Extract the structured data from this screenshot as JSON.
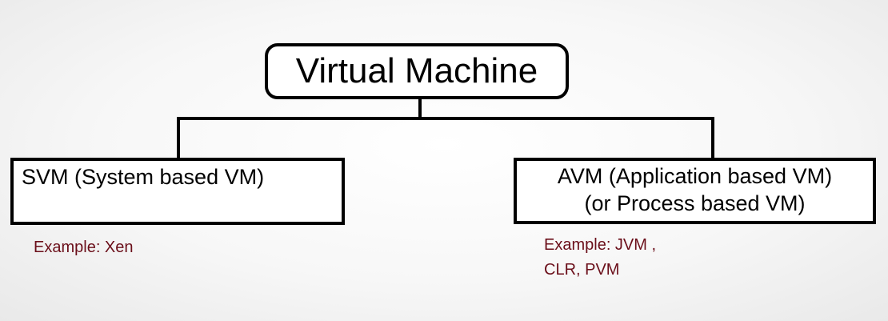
{
  "root": {
    "label": "Virtual Machine"
  },
  "children": [
    {
      "id": "svm",
      "lines": [
        "SVM (System based VM)"
      ],
      "example_lines": [
        "Example: Xen"
      ]
    },
    {
      "id": "avm",
      "lines": [
        "AVM (Application based VM)",
        "(or Process based VM)"
      ],
      "example_lines": [
        "Example: JVM ,",
        "CLR, PVM"
      ]
    }
  ],
  "colors": {
    "line": "#000000",
    "example_text": "#6b0f1a"
  }
}
